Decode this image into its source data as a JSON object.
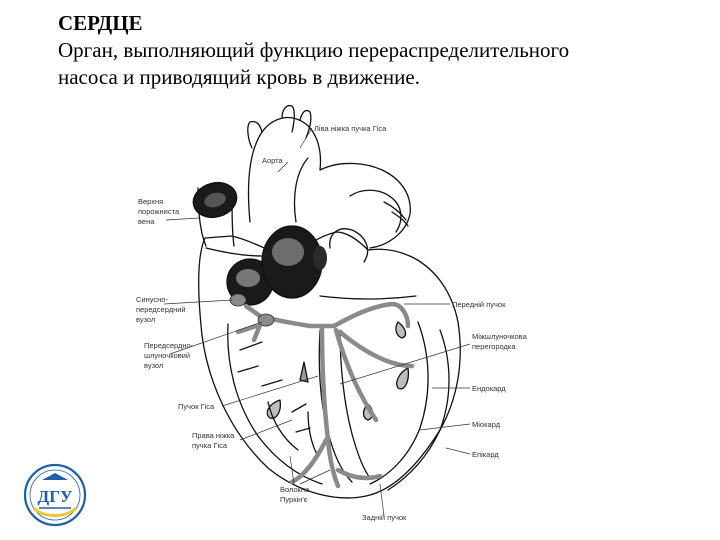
{
  "slide": {
    "title": "СЕРДЦЕ",
    "body_line1": "Орган, выполняющий функцию перераспределительного",
    "body_line2": "насоса и приводящий кровь в движение."
  },
  "diagram": {
    "labels": {
      "left_bundle_branch_top": "Ліва ніжка пучка Гіса",
      "aorta": "Аорта",
      "svc_1": "Верхня",
      "svc_2": "порожниста",
      "svc_3": "вена",
      "sa_node_1": "Синусно-",
      "sa_node_2": "передсердний",
      "sa_node_3": "вузол",
      "av_node_1": "Передсердно-",
      "av_node_2": "шлуночковий",
      "av_node_3": "вузол",
      "bundle_his": "Пучок Гіса",
      "right_branch_1": "Права ніжка",
      "right_branch_2": "пучка Гіса",
      "purkinje_1": "Волокна",
      "purkinje_2": "Пуркін'є",
      "anterior_fascicle": "Передній пучок",
      "septum_1": "Міжшлуночкова",
      "septum_2": "перегородка",
      "endocardium": "Ендокард",
      "myocardium": "Міокард",
      "epicardium": "Епікард",
      "posterior_fascicle": "Задній пучок"
    }
  },
  "logo": {
    "text": "ДГУ",
    "colors": {
      "blue": "#1f5fa8",
      "yellow": "#f2c530"
    }
  }
}
